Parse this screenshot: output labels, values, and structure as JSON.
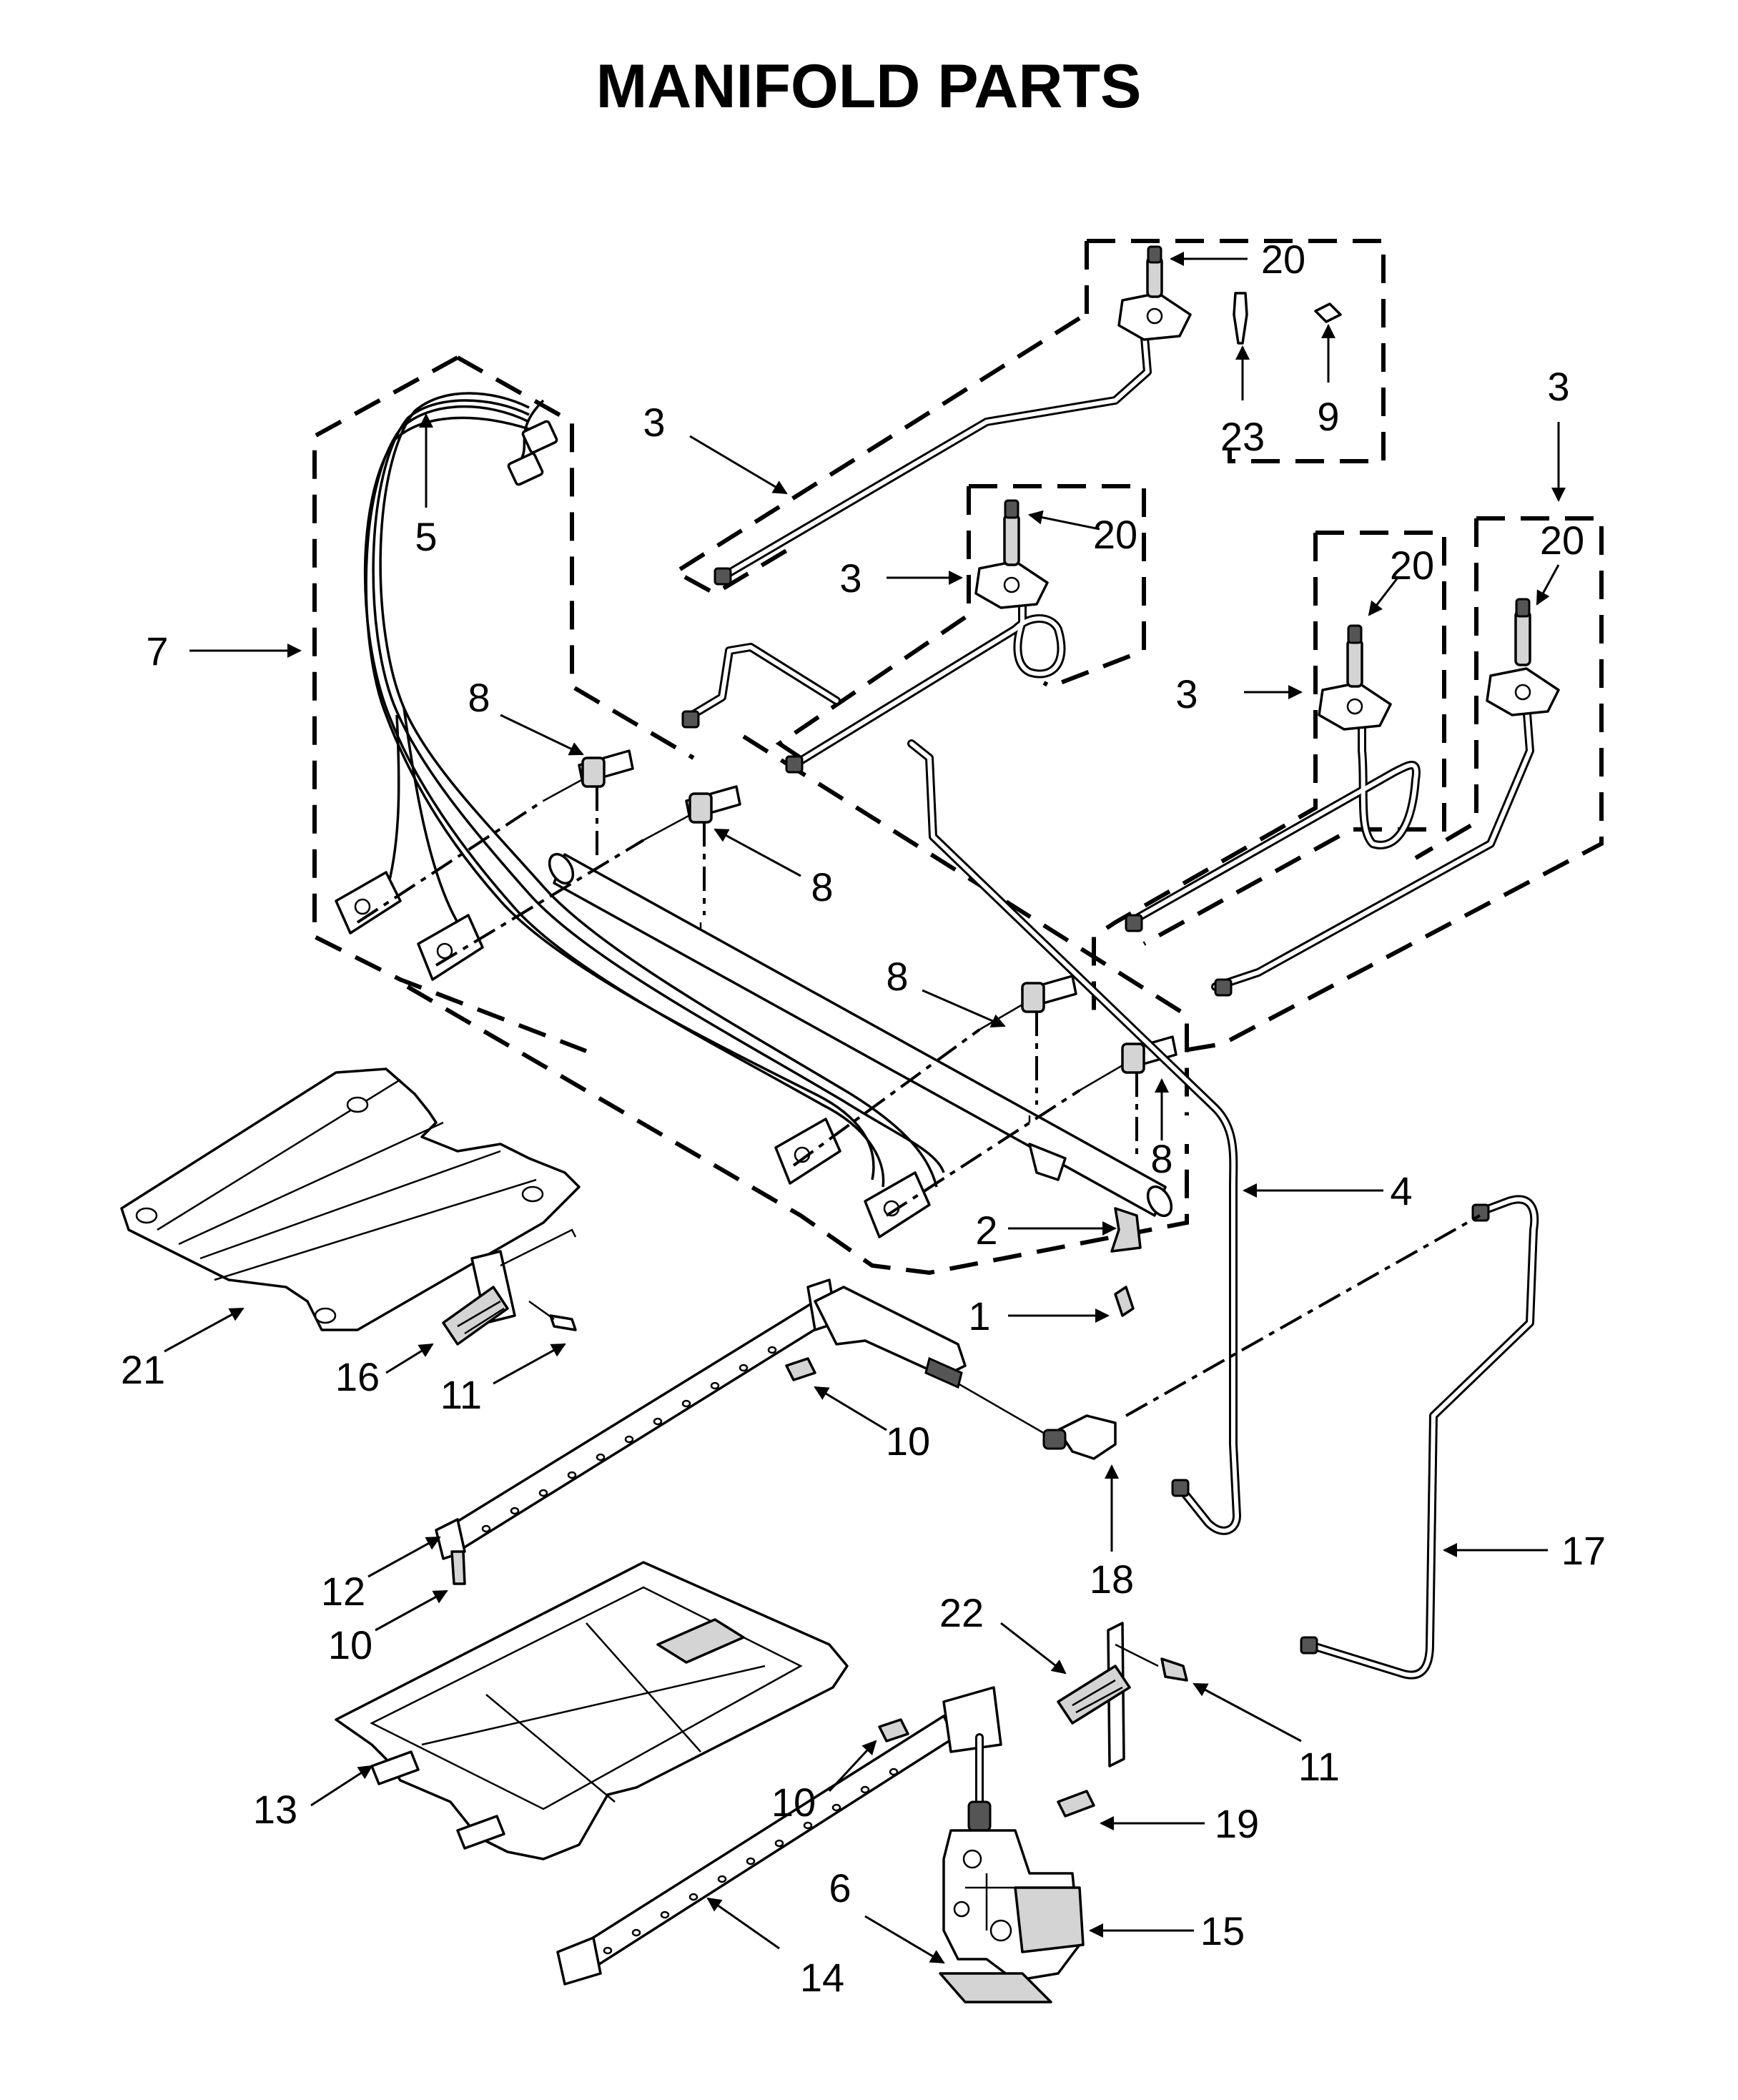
{
  "title": "MANIFOLD PARTS",
  "callouts": [
    {
      "id": "c20a",
      "label": "20"
    },
    {
      "id": "c23",
      "label": "23"
    },
    {
      "id": "c9",
      "label": "9"
    },
    {
      "id": "c3a",
      "label": "3"
    },
    {
      "id": "c3r",
      "label": "3"
    },
    {
      "id": "c5",
      "label": "5"
    },
    {
      "id": "c20b",
      "label": "20"
    },
    {
      "id": "c3b",
      "label": "3"
    },
    {
      "id": "c20c",
      "label": "20"
    },
    {
      "id": "c20d",
      "label": "20"
    },
    {
      "id": "c7",
      "label": "7"
    },
    {
      "id": "c8a",
      "label": "8"
    },
    {
      "id": "c3c",
      "label": "3"
    },
    {
      "id": "c8b",
      "label": "8"
    },
    {
      "id": "c8c",
      "label": "8"
    },
    {
      "id": "c8d",
      "label": "8"
    },
    {
      "id": "c4",
      "label": "4"
    },
    {
      "id": "c2",
      "label": "2"
    },
    {
      "id": "c21",
      "label": "21"
    },
    {
      "id": "c1",
      "label": "1"
    },
    {
      "id": "c16",
      "label": "16"
    },
    {
      "id": "c11a",
      "label": "11"
    },
    {
      "id": "c10a",
      "label": "10"
    },
    {
      "id": "c18",
      "label": "18"
    },
    {
      "id": "c17",
      "label": "17"
    },
    {
      "id": "c12",
      "label": "12"
    },
    {
      "id": "c10b",
      "label": "10"
    },
    {
      "id": "c22",
      "label": "22"
    },
    {
      "id": "c11b",
      "label": "11"
    },
    {
      "id": "c13",
      "label": "13"
    },
    {
      "id": "c10c",
      "label": "10"
    },
    {
      "id": "c19",
      "label": "19"
    },
    {
      "id": "c6",
      "label": "6"
    },
    {
      "id": "c15",
      "label": "15"
    },
    {
      "id": "c14",
      "label": "14"
    }
  ]
}
